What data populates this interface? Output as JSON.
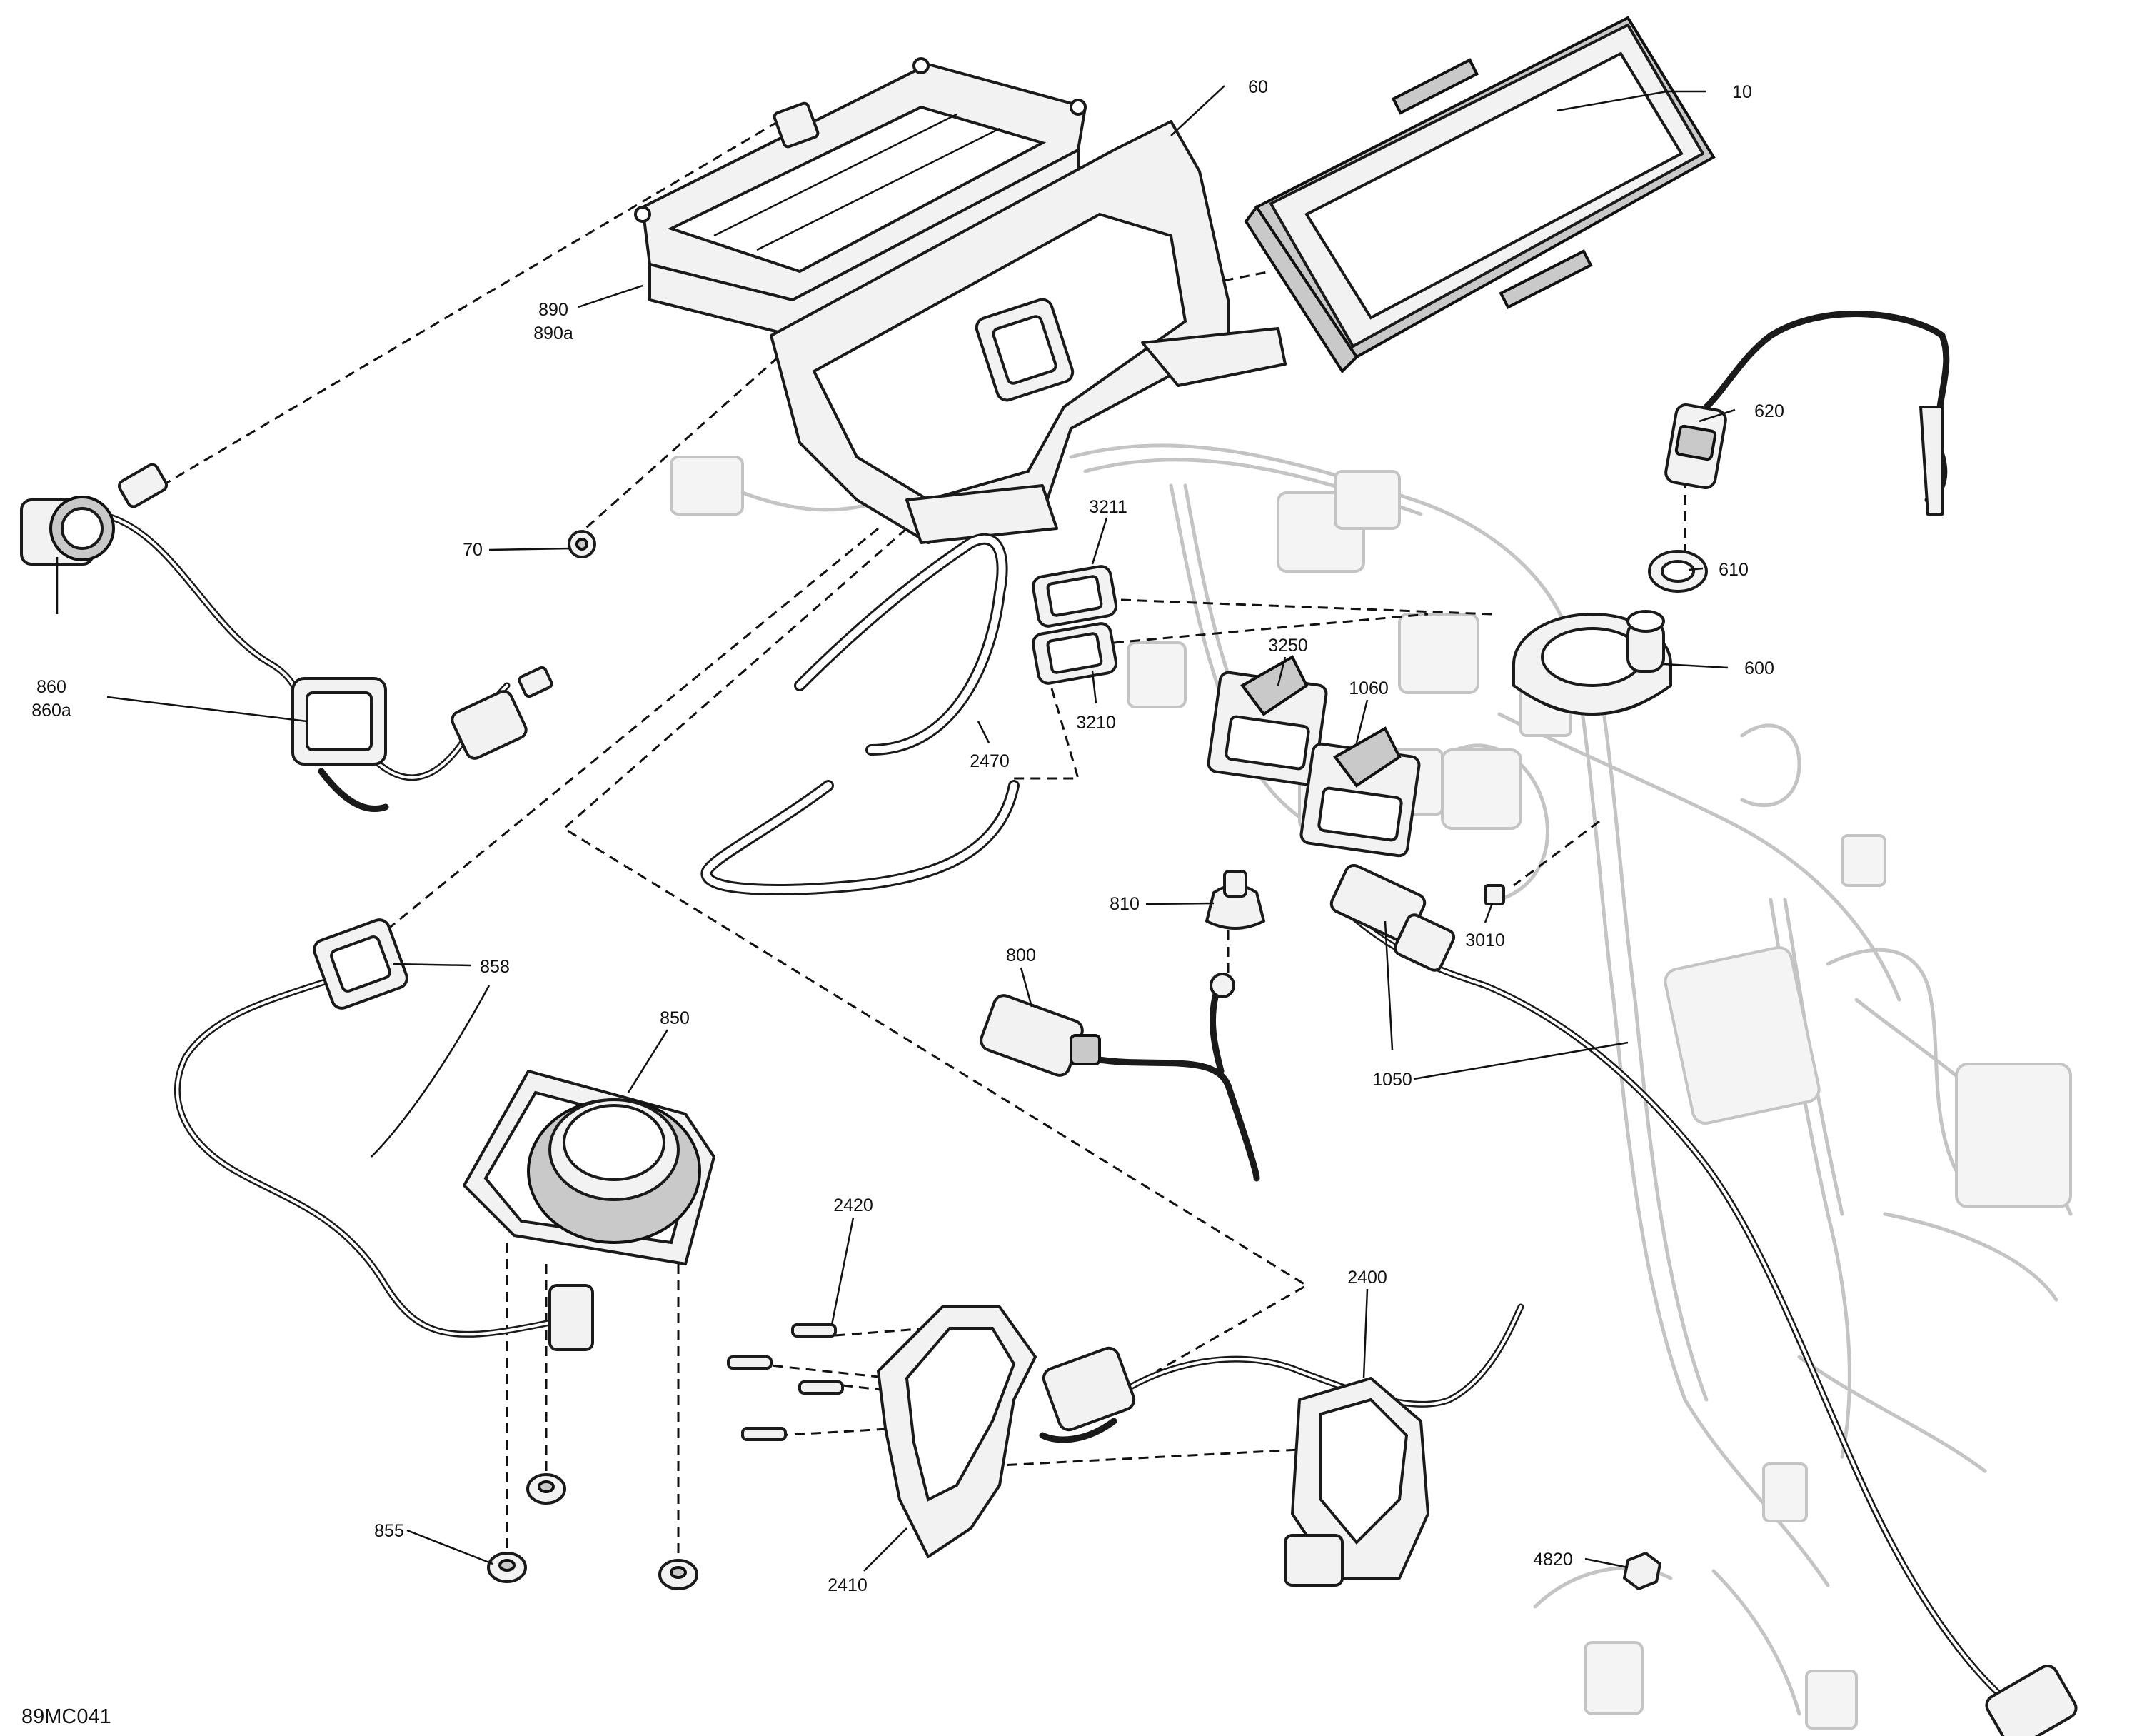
{
  "diagram_code": "89MC041",
  "callouts": [
    {
      "id": "c10",
      "text": "10",
      "sub": ""
    },
    {
      "id": "c60",
      "text": "60",
      "sub": ""
    },
    {
      "id": "c890",
      "text": "890",
      "sub": "890a"
    },
    {
      "id": "c70",
      "text": "70",
      "sub": ""
    },
    {
      "id": "c860",
      "text": "860",
      "sub": "860a"
    },
    {
      "id": "c620",
      "text": "620",
      "sub": ""
    },
    {
      "id": "c610",
      "text": "610",
      "sub": ""
    },
    {
      "id": "c600",
      "text": "600",
      "sub": ""
    },
    {
      "id": "c3211",
      "text": "3211",
      "sub": ""
    },
    {
      "id": "c3210",
      "text": "3210",
      "sub": ""
    },
    {
      "id": "c3250",
      "text": "3250",
      "sub": ""
    },
    {
      "id": "c1060",
      "text": "1060",
      "sub": ""
    },
    {
      "id": "c2470",
      "text": "2470",
      "sub": ""
    },
    {
      "id": "c810",
      "text": "810",
      "sub": ""
    },
    {
      "id": "c800",
      "text": "800",
      "sub": ""
    },
    {
      "id": "c3010",
      "text": "3010",
      "sub": ""
    },
    {
      "id": "c858",
      "text": "858",
      "sub": ""
    },
    {
      "id": "c850",
      "text": "850",
      "sub": ""
    },
    {
      "id": "c1050",
      "text": "1050",
      "sub": ""
    },
    {
      "id": "c2420",
      "text": "2420",
      "sub": ""
    },
    {
      "id": "c2400",
      "text": "2400",
      "sub": ""
    },
    {
      "id": "c855",
      "text": "855",
      "sub": ""
    },
    {
      "id": "c2410",
      "text": "2410",
      "sub": ""
    },
    {
      "id": "c4820",
      "text": "4820",
      "sub": ""
    }
  ]
}
